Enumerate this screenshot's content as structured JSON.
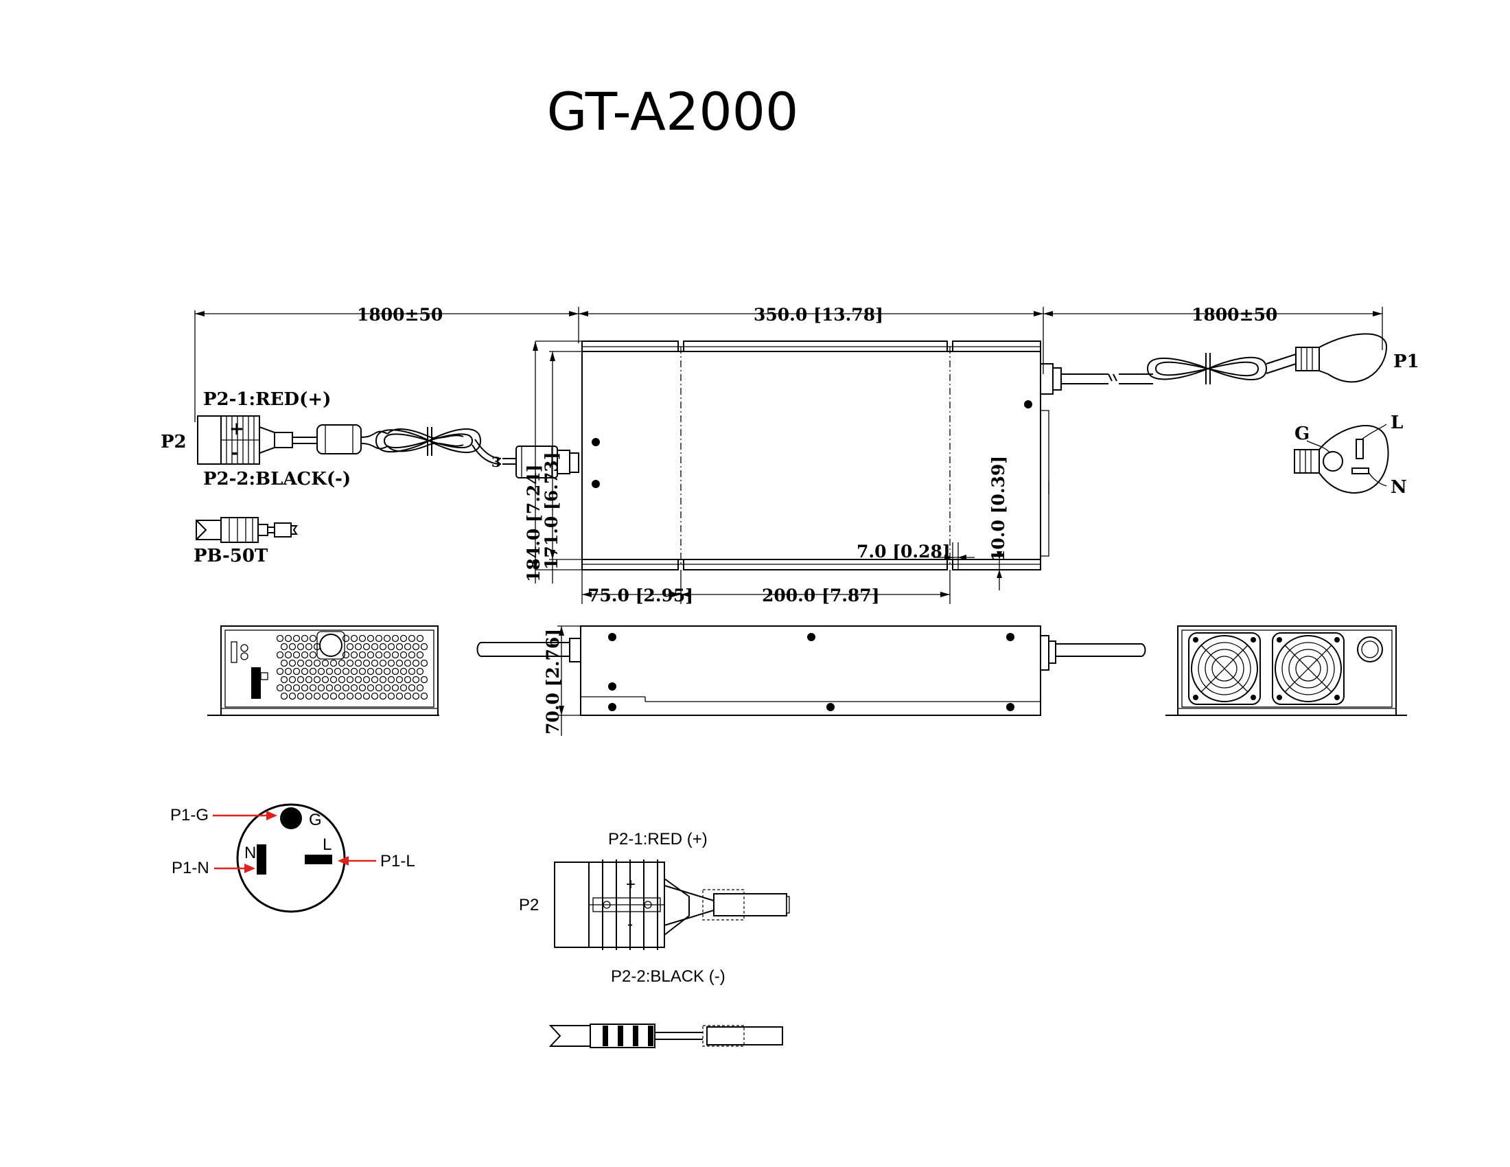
{
  "title": "GT-A2000",
  "dimensions": {
    "cable_left": "1800±50",
    "body_length": "350.0 [13.78]",
    "cable_right": "1800±50",
    "width_outer": "184.0 [7.24]",
    "width_inner": "171.0 [6.73]",
    "offset_small": "7.0 [0.28]",
    "offset_10": "10.0 [0.39]",
    "offset_75": "75.0 [2.95]",
    "pitch_200": "200.0 [7.87]",
    "height": "70.0 [2.76]"
  },
  "labels": {
    "p2": "P2",
    "p2_1": "P2-1:RED(+)",
    "p2_2": "P2-2:BLACK(-)",
    "plus": "+",
    "minus": "-",
    "pb50t": "PB-50T",
    "p1": "P1",
    "g": "G",
    "l": "L",
    "n": "N",
    "cut_mark": "3"
  },
  "socket": {
    "p1_g": "P1-G",
    "p1_n": "P1-N",
    "p1_l": "P1-L",
    "g": "G",
    "n": "N",
    "l": "L"
  },
  "connector": {
    "p2": "P2",
    "p2_1": "P2-1:RED (+)",
    "p2_2": "P2-2:BLACK (-)",
    "plus": "+",
    "minus": "-"
  },
  "colors": {
    "line": "#000000",
    "arrow": "#e0201a",
    "background": "#ffffff"
  }
}
